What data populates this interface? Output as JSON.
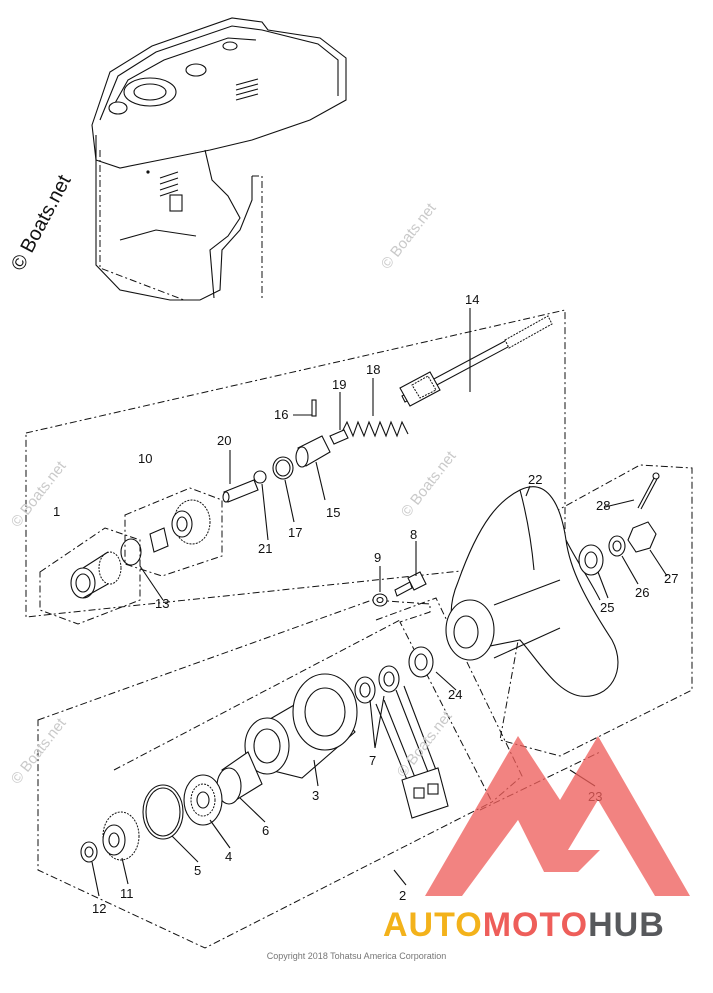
{
  "watermark_main": "© Boats.net",
  "watermark_repeat": "© Boats.net",
  "copyright": "Copyright 2018 Tohatsu America Corporation",
  "logo": {
    "part1": "AUTO",
    "part2": "MOTO",
    "part3": "HUB"
  },
  "callouts": [
    {
      "id": "1",
      "label": "1"
    },
    {
      "id": "2",
      "label": "2"
    },
    {
      "id": "3",
      "label": "3"
    },
    {
      "id": "4",
      "label": "4"
    },
    {
      "id": "5",
      "label": "5"
    },
    {
      "id": "6",
      "label": "6"
    },
    {
      "id": "7",
      "label": "7"
    },
    {
      "id": "8",
      "label": "8"
    },
    {
      "id": "9",
      "label": "9"
    },
    {
      "id": "10",
      "label": "10"
    },
    {
      "id": "11",
      "label": "11"
    },
    {
      "id": "12",
      "label": "12"
    },
    {
      "id": "13",
      "label": "13"
    },
    {
      "id": "14",
      "label": "14"
    },
    {
      "id": "15",
      "label": "15"
    },
    {
      "id": "16",
      "label": "16"
    },
    {
      "id": "17",
      "label": "17"
    },
    {
      "id": "18",
      "label": "18"
    },
    {
      "id": "19",
      "label": "19"
    },
    {
      "id": "20",
      "label": "20"
    },
    {
      "id": "21",
      "label": "21"
    },
    {
      "id": "22",
      "label": "22"
    },
    {
      "id": "23",
      "label": "23"
    },
    {
      "id": "24",
      "label": "24"
    },
    {
      "id": "25",
      "label": "25"
    },
    {
      "id": "26",
      "label": "26"
    },
    {
      "id": "27",
      "label": "27"
    },
    {
      "id": "28",
      "label": "28"
    }
  ],
  "colors": {
    "line": "#111111",
    "watermark": "#c9c9c9",
    "logo_red": "#ee5e5a",
    "logo_yellow": "#f3b21b",
    "logo_gray": "#57595c"
  }
}
